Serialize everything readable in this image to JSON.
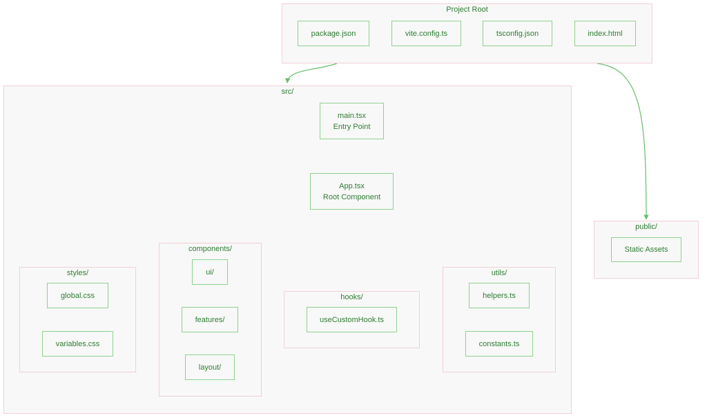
{
  "groups": {
    "project_root": "Project Root",
    "src": "src/",
    "public": "public/",
    "styles": "styles/",
    "components": "components/",
    "hooks": "hooks/",
    "utils": "utils/"
  },
  "nodes": {
    "package_json": "package.json",
    "vite_config": "vite.config.ts",
    "tsconfig": "tsconfig.json",
    "index_html": "index.html",
    "main_tsx": "main.tsx",
    "main_sub": "Entry Point",
    "app_tsx": "App.tsx",
    "app_sub": "Root Component",
    "static_assets": "Static Assets",
    "global_css": "global.css",
    "variables_css": "variables.css",
    "ui": "ui/",
    "features": "features/",
    "layout": "layout/",
    "use_custom_hook": "useCustomHook.ts",
    "helpers": "helpers.ts",
    "constants": "constants.ts"
  },
  "colors": {
    "edge": "#66bb6a",
    "node_border": "#8fd08f",
    "group_border": "#f0cfd6",
    "text": "#2e7d32",
    "fill": "#f8f8f8"
  }
}
